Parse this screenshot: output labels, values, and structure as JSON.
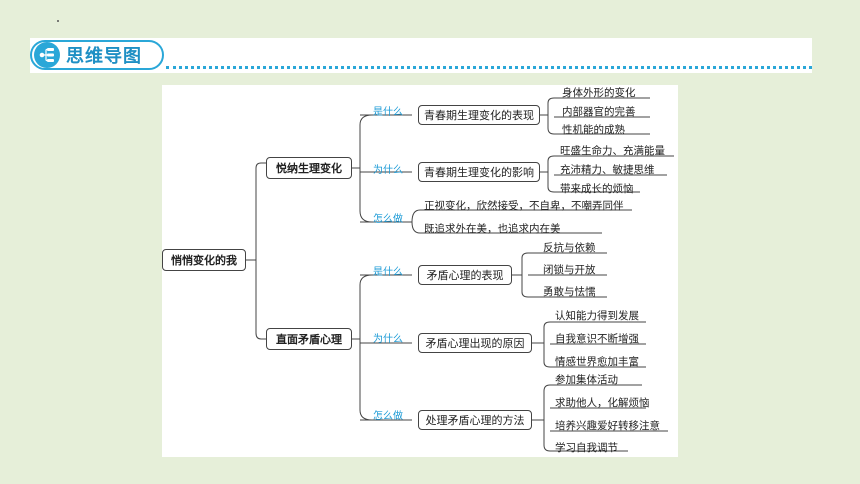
{
  "header": {
    "title": "思维导图",
    "accent_color": "#2aa7d8",
    "icon": "mind-map-icon"
  },
  "mindmap": {
    "root": "悄悄变化的我",
    "sections": [
      {
        "label": "悦纳生理变化",
        "questions": [
          {
            "tag": "是什么",
            "box": "青春期生理变化的表现",
            "leaves": [
              "身体外形的变化",
              "内部器官的完善",
              "性机能的成熟"
            ]
          },
          {
            "tag": "为什么",
            "box": "青春期生理变化的影响",
            "leaves": [
              "旺盛生命力、充满能量",
              "充沛精力、敏捷思维",
              "带来成长的烦恼"
            ]
          },
          {
            "tag": "怎么做",
            "box": "",
            "leaves": [
              "正视变化，欣然接受，不自卑，不嘲弄同伴",
              "既追求外在美，也追求内在美"
            ]
          }
        ]
      },
      {
        "label": "直面矛盾心理",
        "questions": [
          {
            "tag": "是什么",
            "box": "矛盾心理的表现",
            "leaves": [
              "反抗与依赖",
              "闭锁与开放",
              "勇敢与怯懦"
            ]
          },
          {
            "tag": "为什么",
            "box": "矛盾心理出现的原因",
            "leaves": [
              "认知能力得到发展",
              "自我意识不断增强",
              "情感世界愈加丰富"
            ]
          },
          {
            "tag": "怎么做",
            "box": "处理矛盾心理的方法",
            "leaves": [
              "参加集体活动",
              "求助他人，化解烦恼",
              "培养兴趣爱好转移注意",
              "学习自我调节"
            ]
          }
        ]
      }
    ]
  }
}
